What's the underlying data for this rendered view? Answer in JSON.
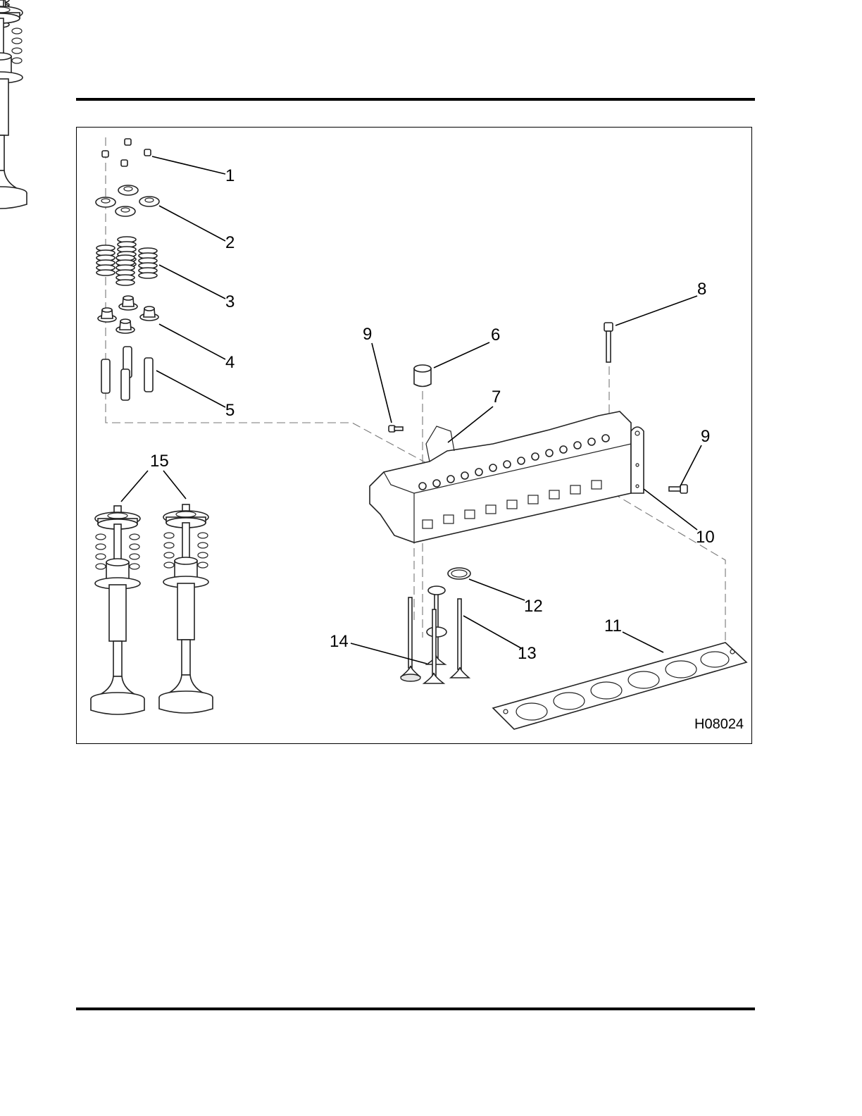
{
  "figure_id": "H08024",
  "callouts": [
    "1",
    "2",
    "3",
    "4",
    "5",
    "6",
    "7",
    "8",
    "9",
    "9",
    "10",
    "11",
    "12",
    "13",
    "14",
    "15"
  ],
  "colors": {
    "line": "#000000",
    "part_fill": "#ffffff",
    "shade": "#e6e6e6"
  }
}
